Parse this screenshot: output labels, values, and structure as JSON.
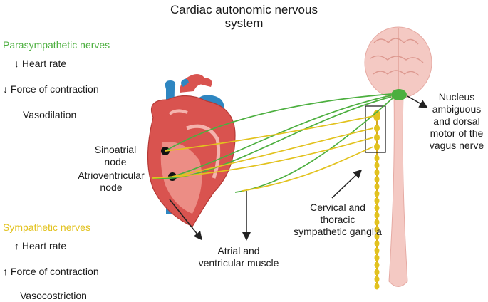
{
  "title_line1": "Cardiac autonomic nervous",
  "title_line2": "system",
  "parasympathetic": {
    "heading": "Parasympathetic nerves",
    "effects": [
      "↓ Heart rate",
      "↓ Force of contraction",
      "Vasodilation"
    ]
  },
  "sympathetic": {
    "heading": "Sympathetic nerves",
    "effects": [
      "↑ Heart rate",
      "↑ Force of contraction",
      "Vasocostriction"
    ]
  },
  "labels": {
    "sinoatrial_1": "Sinoatrial",
    "sinoatrial_2": "node",
    "av_1": "Atrioventricular",
    "av_2": "node",
    "muscle_1": "Atrial and",
    "muscle_2": "ventricular muscle",
    "ganglia_1": "Cervical and",
    "ganglia_2": "thoracic",
    "ganglia_3": "sympathetic ganglia",
    "nucleus_1": "Nucleus",
    "nucleus_2": "ambiguous",
    "nucleus_3": "and dorsal",
    "nucleus_4": "motor of the",
    "nucleus_5": "vagus nerve"
  },
  "colors": {
    "parasympathetic": "#4caf3f",
    "sympathetic": "#e2c21e",
    "brain": "#f4c9c3",
    "heart": "#d9534f",
    "vessel_blue": "#2e86c1"
  }
}
